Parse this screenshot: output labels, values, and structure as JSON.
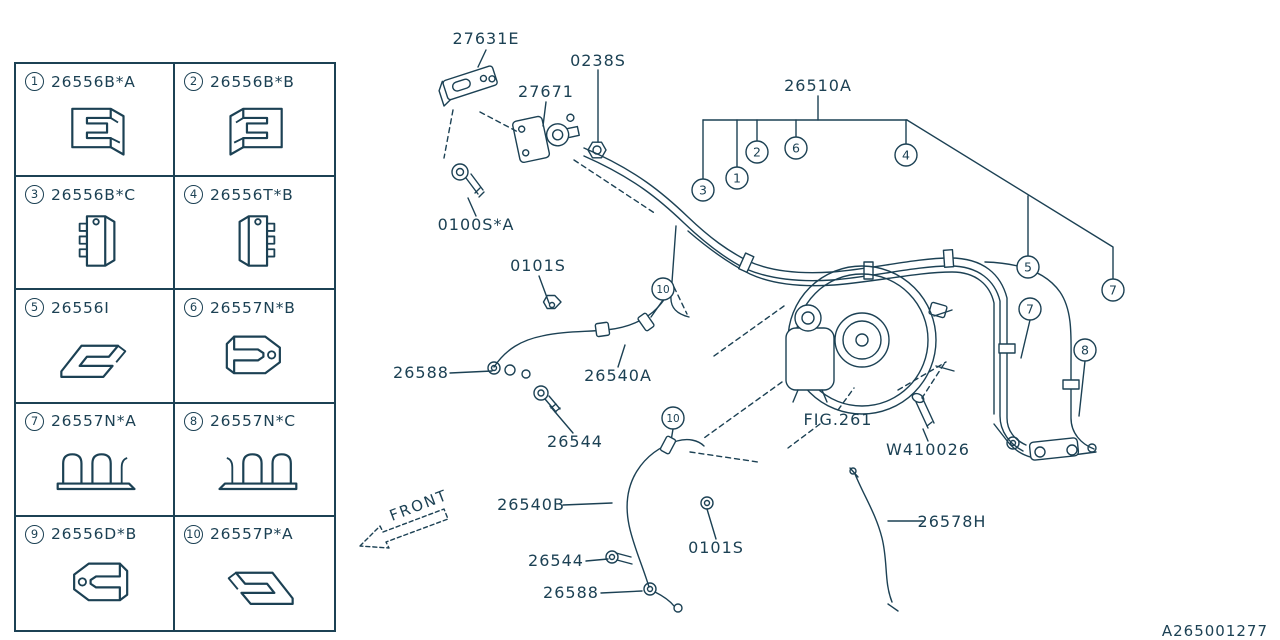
{
  "page": {
    "ink_color": "#1c4154",
    "doc_number": "A265001277",
    "front_label": "FRONT"
  },
  "legend": {
    "items": [
      {
        "num": "1",
        "part": "26556B*A"
      },
      {
        "num": "2",
        "part": "26556B*B"
      },
      {
        "num": "3",
        "part": "26556B*C"
      },
      {
        "num": "4",
        "part": "26556T*B"
      },
      {
        "num": "5",
        "part": "26556I"
      },
      {
        "num": "6",
        "part": "26557N*B"
      },
      {
        "num": "7",
        "part": "26557N*A"
      },
      {
        "num": "8",
        "part": "26557N*C"
      },
      {
        "num": "9",
        "part": "26556D*B"
      },
      {
        "num": "10",
        "part": "26557P*A"
      }
    ]
  },
  "diagram": {
    "labels": {
      "bracket_top": "27631E",
      "nut_top": "0238S",
      "valve": "27671",
      "pipe_assembly": "26510A",
      "bolt_top": "0100S*A",
      "banjo_bolt_upper": "0101S",
      "hose_fitting_upper": "26588",
      "hose_upper": "26540A",
      "bolt_upper": "26544",
      "hose_lower": "26540B",
      "banjo_bolt_lower": "0101S",
      "bolt_lower": "26544",
      "hose_fitting_lower": "26588",
      "figure_ref": "FIG.261",
      "screw": "W410026",
      "hose_rear": "26578H"
    },
    "balloons": [
      "2",
      "6",
      "4",
      "3",
      "1",
      "10",
      "5",
      "7",
      "7",
      "8",
      "10"
    ]
  }
}
